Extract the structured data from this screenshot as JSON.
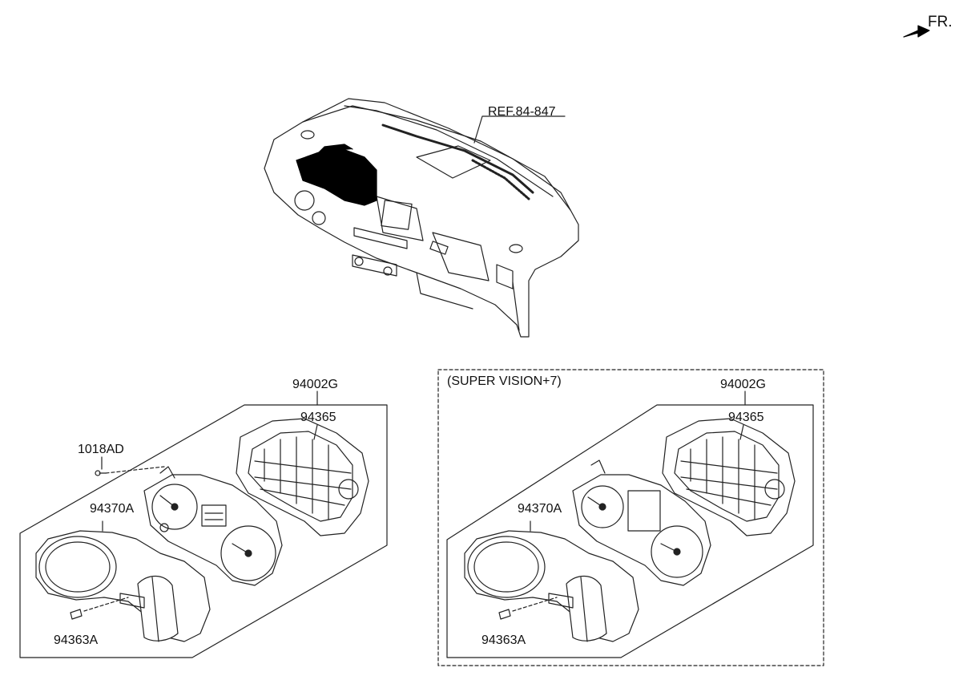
{
  "orientation": {
    "label": "FR.",
    "icon": "front-direction-arrow-icon"
  },
  "top_assembly": {
    "ref_label": "REF.84-847"
  },
  "left_assembly": {
    "labels": {
      "assembly": "94002G",
      "case": "94365",
      "screw": "1018AD",
      "cover": "94370A",
      "clip": "94363A"
    }
  },
  "right_assembly": {
    "variant_label": "(SUPER VISION+7)",
    "labels": {
      "assembly": "94002G",
      "case": "94365",
      "cover": "94370A",
      "clip": "94363A"
    }
  },
  "colors": {
    "line": "#222222",
    "fill": "#ffffff",
    "highlight": "#000000"
  }
}
